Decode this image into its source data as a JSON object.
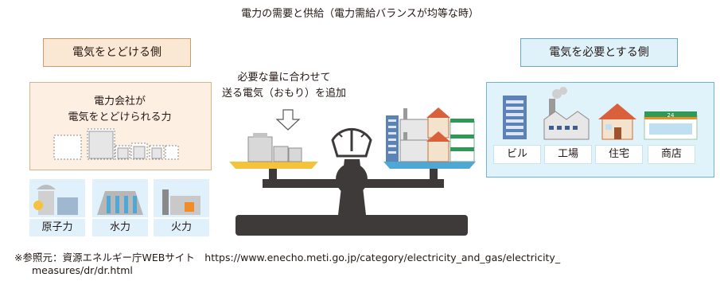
{
  "title": "電力の需要と供給（電力需給バランスが均等な時）",
  "supply_side": {
    "label": "電気をとどける側",
    "capacity_text_line1": "電力会社が",
    "capacity_text_line2": "電気をとどけられる力",
    "plants": [
      {
        "label": "原子力",
        "icon": "nuclear-plant-icon"
      },
      {
        "label": "水力",
        "icon": "hydro-dam-icon"
      },
      {
        "label": "火力",
        "icon": "thermal-plant-icon"
      }
    ]
  },
  "annotation": {
    "line1": "必要な量に合わせて",
    "line2": "送る電気（おもり）を追加"
  },
  "demand_side": {
    "label": "電気を必要とする側",
    "consumers": [
      {
        "label": "ビル",
        "icon": "office-building-icon"
      },
      {
        "label": "工場",
        "icon": "factory-icon"
      },
      {
        "label": "住宅",
        "icon": "house-icon"
      },
      {
        "label": "商店",
        "icon": "shop-icon"
      }
    ]
  },
  "store_sign": "24",
  "note_line1": "※参照元：資源エネルギー庁WEBサイト　https://www.enecho.meti.go.jp/category/electricity_and_gas/electricity_",
  "note_line2": "measures/dr/dr.html",
  "colors": {
    "supply_fill": "#fbe8d4",
    "demand_fill": "#e1f3fa",
    "balance_dark": "#3e3a39",
    "pan_yellow": "#f5c33b",
    "pan_blue": "#4fa7d6"
  }
}
